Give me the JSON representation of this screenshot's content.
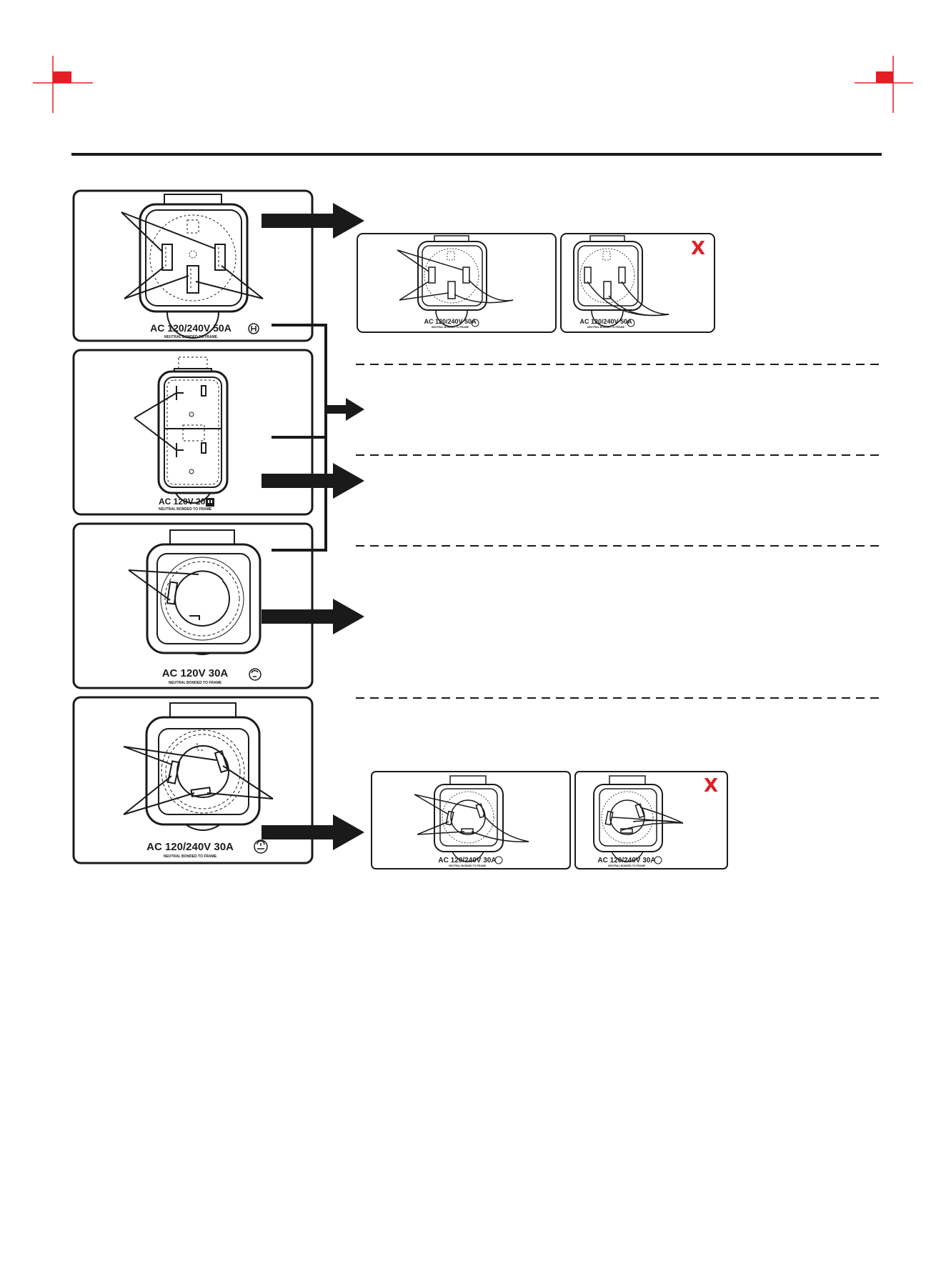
{
  "colors": {
    "accent": "#e31e24",
    "ink": "#1a1a1a"
  },
  "outlets": {
    "o50a": {
      "rating": "AC 120/240V 50A",
      "note": "NEUTRAL BONDED TO FRAME"
    },
    "o20a": {
      "rating": "AC 120V 20A",
      "note": "NEUTRAL BONDED TO FRAME"
    },
    "o30a": {
      "rating": "AC 120V 30A",
      "note": "NEUTRAL BONDED TO FRAME"
    },
    "o30a240": {
      "rating": "AC 120/240V 30A",
      "note": "NEUTRAL BONDED TO FRAME"
    }
  },
  "examples": {
    "ex50_ok": {
      "rating": "AC 120/240V 50A",
      "note": "NEUTRAL BONDED TO FRAME"
    },
    "ex50_bad": {
      "rating": "AC 120/240V 50A",
      "note": "NEUTRAL BONDED TO FRAME",
      "mark": "X"
    },
    "ex30_ok": {
      "rating": "AC 120/240V 30A",
      "note": "NEUTRAL BONDED TO FRAME"
    },
    "ex30_bad": {
      "rating": "AC 120/240V 30A",
      "note": "NEUTRAL BONDED TO FRAME",
      "mark": "X"
    }
  }
}
